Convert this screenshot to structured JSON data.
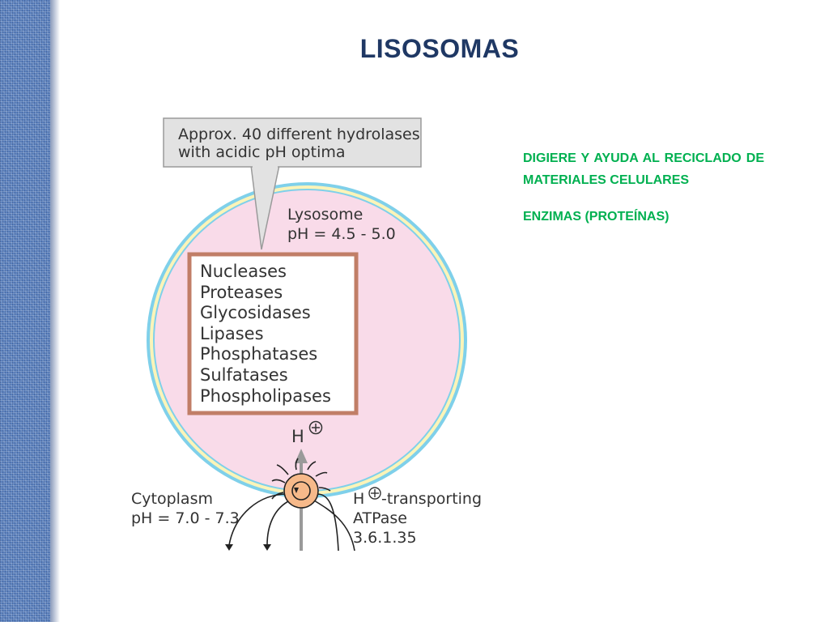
{
  "slide": {
    "title": "LISOSOMAS",
    "notes": {
      "paragraph_1": "DIGIERE Y AYUDA AL RECICLADO DE MATERIALES CELULARES",
      "paragraph_2": "ENZIMAS (PROTEÍNAS)"
    }
  },
  "figure": {
    "callout_line_1": "Approx. 40 different hydrolases",
    "callout_line_2": "with acidic pH optima",
    "lysosome_label": "Lysosome",
    "lysosome_ph": "pH = 4.5 - 5.0",
    "enzymes": [
      "Nucleases",
      "Proteases",
      "Glycosidases",
      "Lipases",
      "Phosphatases",
      "Sulfatases",
      "Phospholipases"
    ],
    "proton_label": "H",
    "cytoplasm_label": "Cytoplasm",
    "cytoplasm_ph": "pH = 7.0 - 7.3",
    "pump_line_1": "H",
    "pump_line_1_suffix": "-transporting",
    "pump_line_2": "ATPase",
    "pump_line_3": "3.6.1.35"
  },
  "colors": {
    "title": "#1f3864",
    "notes_text": "#00b050",
    "lysosome_fill": "#f9dbe9",
    "membrane": "#7fd0ea",
    "membrane_inner": "#fbf4b8",
    "enzyme_box_border": "#c17e67",
    "pump_fill": "#f6b98a",
    "side_strip": "#5a80bd"
  }
}
